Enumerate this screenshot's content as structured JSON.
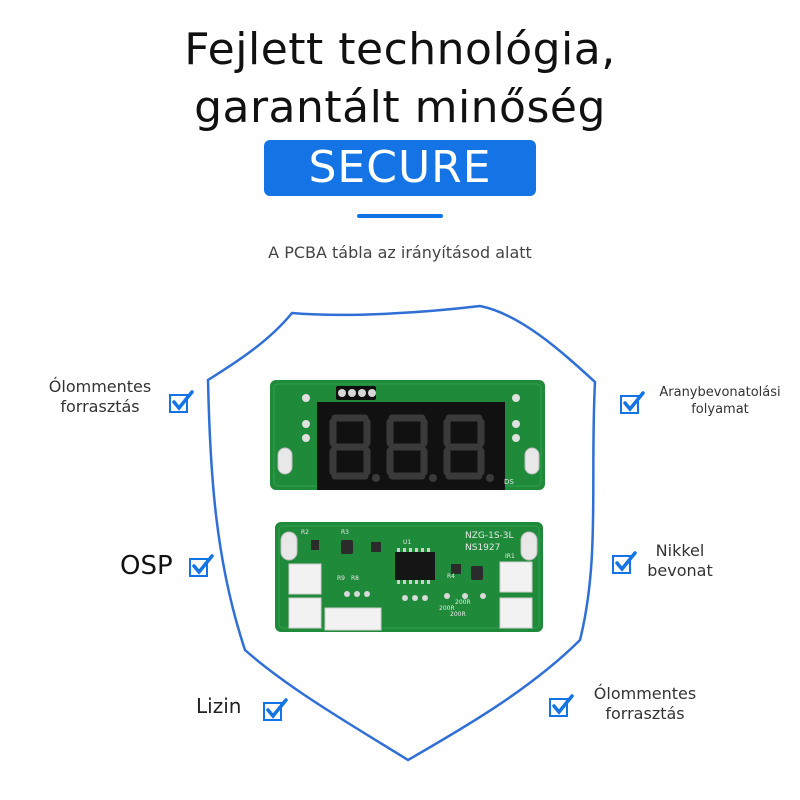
{
  "header": {
    "title_line1": "Fejlett technológia,",
    "title_line2": "garantált minőség",
    "badge": "SECURE",
    "subtitle": "A PCBA tábla az irányításod alatt"
  },
  "features": {
    "left_top": [
      "Ólommentes",
      "forrasztás"
    ],
    "left_mid": "OSP",
    "left_bottom": "Lizin",
    "right_top": [
      "Aranybevonatolási",
      "folyamat"
    ],
    "right_mid": [
      "Nikkel",
      "bevonat"
    ],
    "right_bottom": [
      "Ólommentes",
      "forrasztás"
    ]
  },
  "pcb_top": {
    "display": "8.8.8.",
    "label_ds": "DS"
  },
  "pcb_bottom": {
    "model": "NZG-1S-3L",
    "code": "NS1927",
    "labels": [
      "R2",
      "R3",
      "U1",
      "R4",
      "IR1",
      "R9",
      "R8",
      "200R",
      "200R",
      "200R"
    ]
  },
  "colors": {
    "accent": "#1474e6",
    "shield_outline": "#2f6fd6",
    "pcb_green": "#1f8a3a",
    "display_bg": "#111111"
  }
}
